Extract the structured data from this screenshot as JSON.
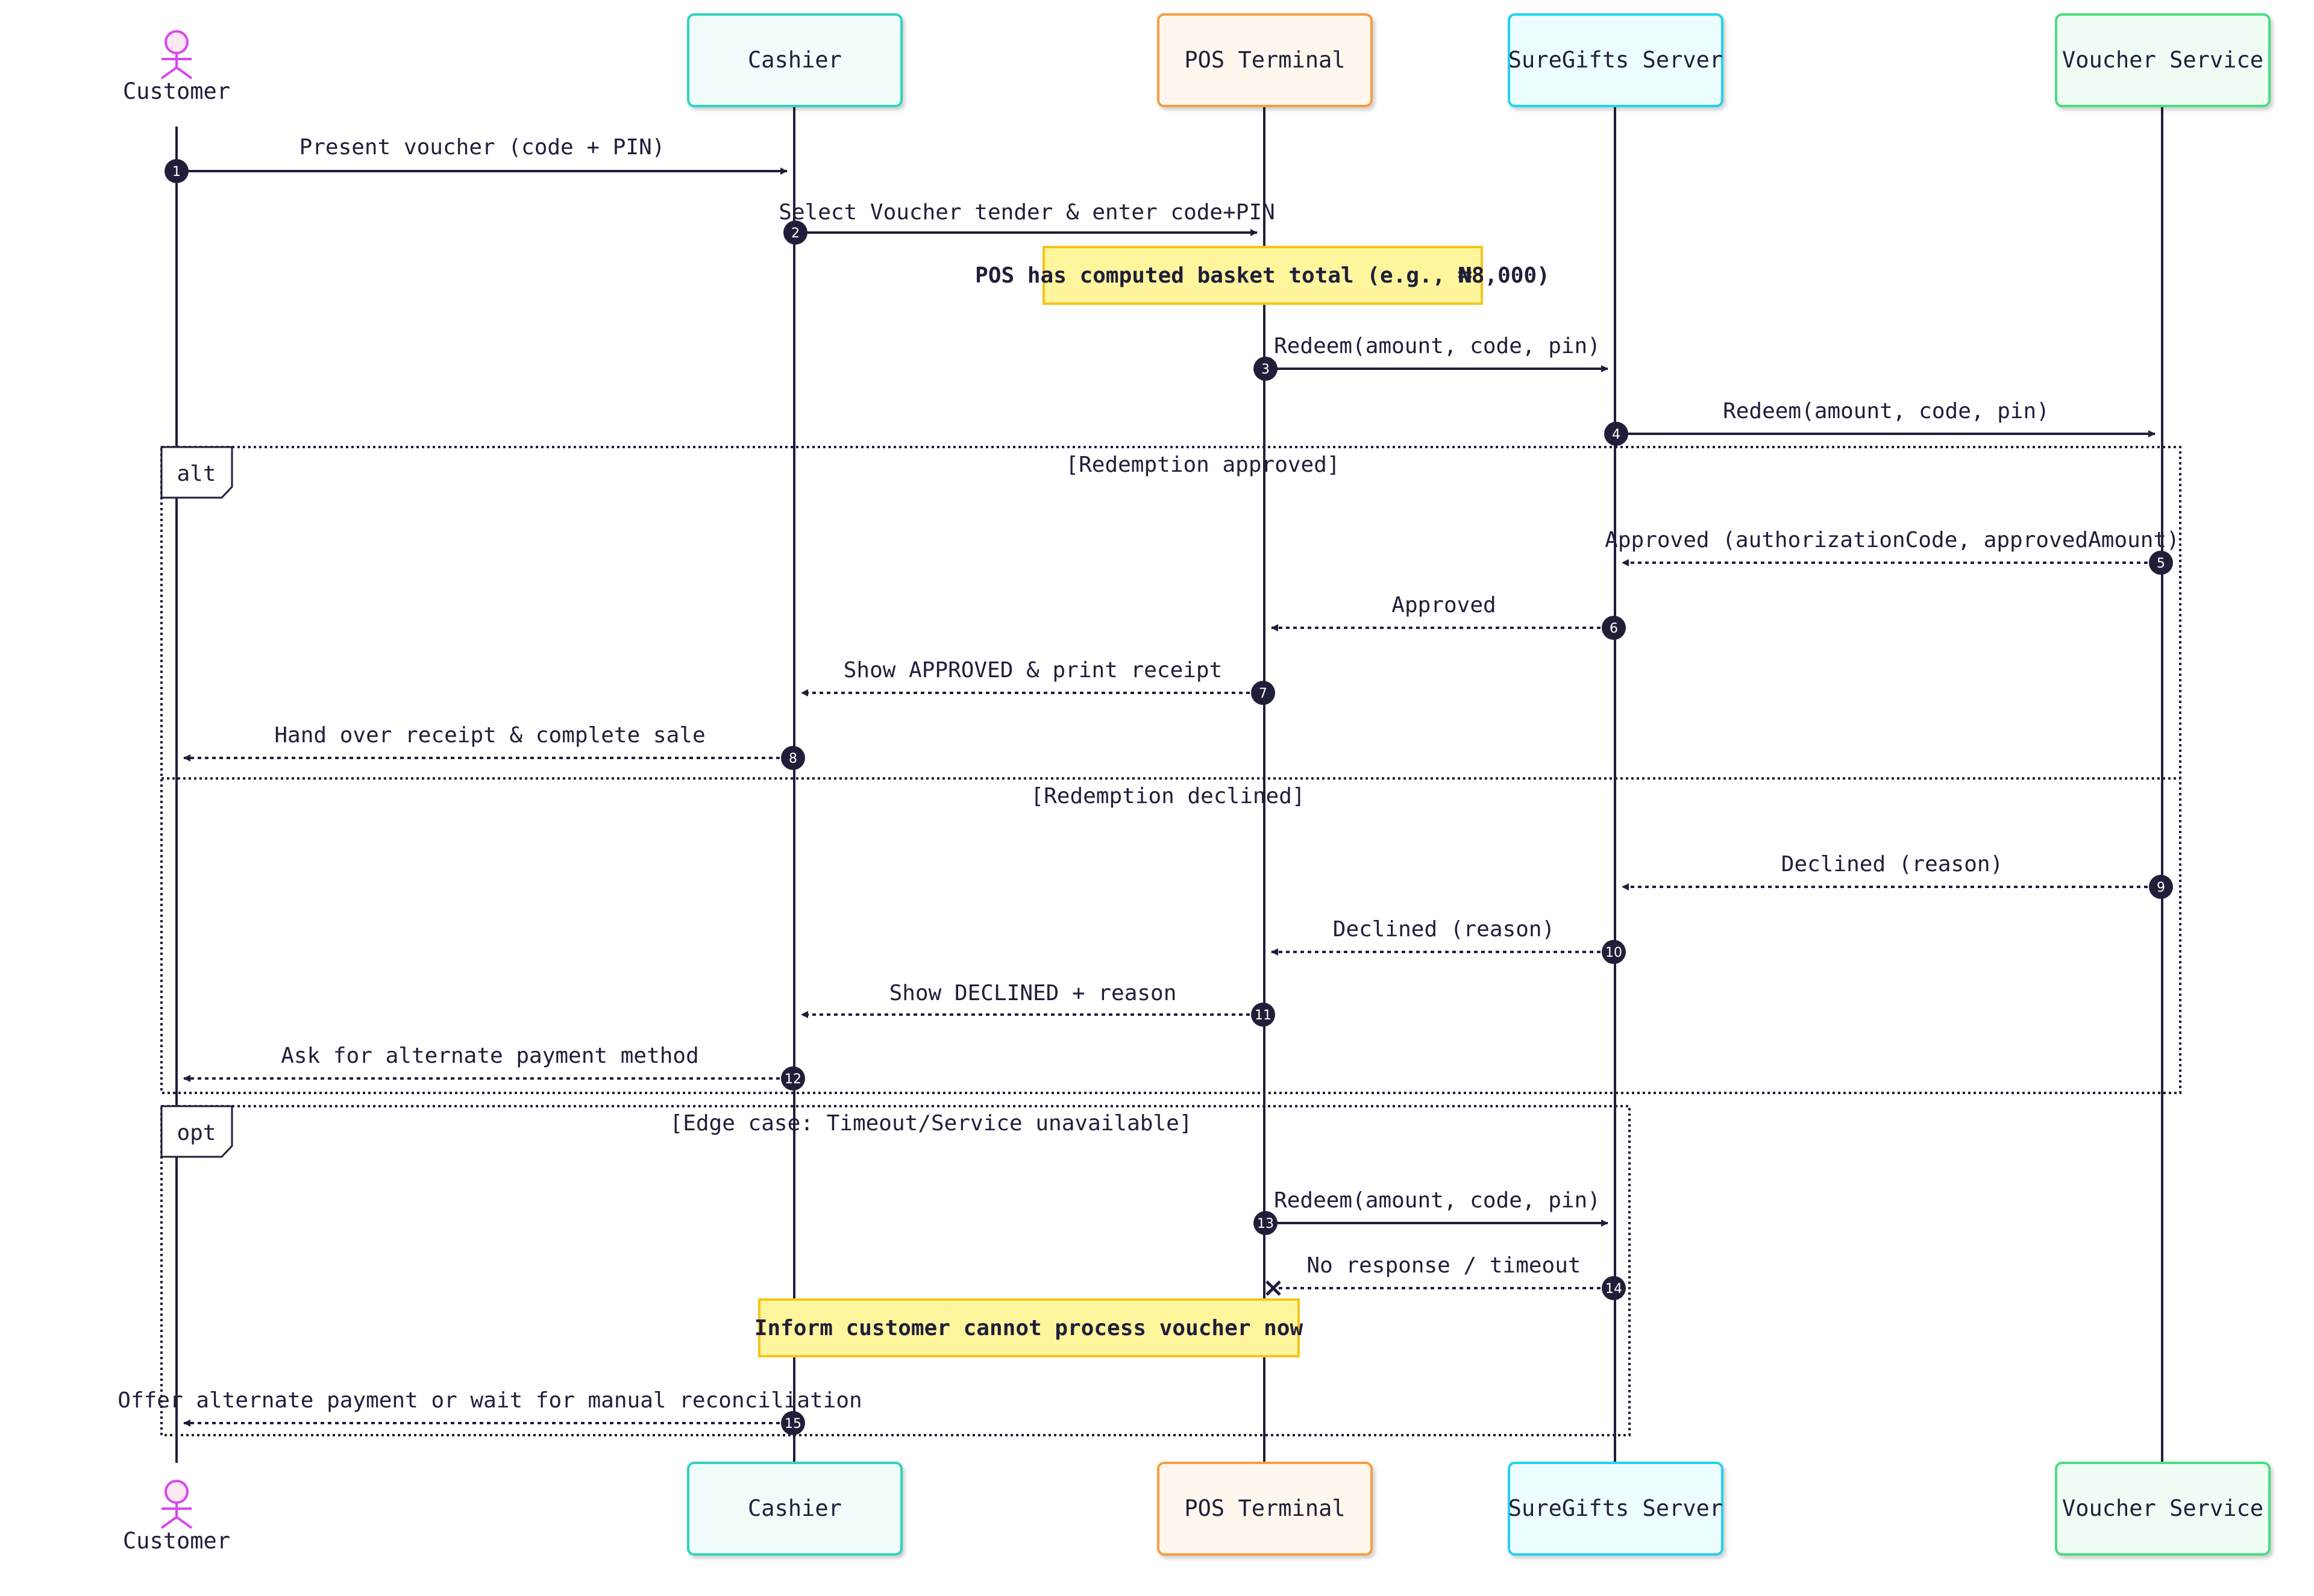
{
  "participants": [
    {
      "id": "customer",
      "label": "Customer",
      "type": "actor",
      "color": "#d946ef"
    },
    {
      "id": "cashier",
      "label": "Cashier",
      "type": "box",
      "border": "#2dd4bf",
      "fill": "#f0fdfa"
    },
    {
      "id": "pos",
      "label": "POS Terminal",
      "type": "box",
      "border": "#f59e42",
      "fill": "#fff7ed"
    },
    {
      "id": "server",
      "label": "SureGifts Server",
      "type": "box",
      "border": "#22d3ee",
      "fill": "#ecfeff"
    },
    {
      "id": "voucher",
      "label": "Voucher Service",
      "type": "box",
      "border": "#4ade80",
      "fill": "#f0fdf4"
    }
  ],
  "messages": [
    {
      "n": "1",
      "from": "customer",
      "to": "cashier",
      "label": "Present voucher (code + PIN)",
      "style": "solid"
    },
    {
      "n": "2",
      "from": "cashier",
      "to": "pos",
      "label": "Select Voucher tender & enter code+PIN",
      "style": "solid"
    },
    {
      "n": "3",
      "from": "pos",
      "to": "server",
      "label": "Redeem(amount, code, pin)",
      "style": "solid"
    },
    {
      "n": "4",
      "from": "server",
      "to": "voucher",
      "label": "Redeem(amount, code, pin)",
      "style": "solid"
    },
    {
      "n": "5",
      "from": "voucher",
      "to": "server",
      "label": "Approved (authorizationCode, approvedAmount)",
      "style": "dotted"
    },
    {
      "n": "6",
      "from": "server",
      "to": "pos",
      "label": "Approved",
      "style": "dotted"
    },
    {
      "n": "7",
      "from": "pos",
      "to": "cashier",
      "label": "Show APPROVED & print receipt",
      "style": "dotted"
    },
    {
      "n": "8",
      "from": "cashier",
      "to": "customer",
      "label": "Hand over receipt & complete sale",
      "style": "dotted"
    },
    {
      "n": "9",
      "from": "voucher",
      "to": "server",
      "label": "Declined (reason)",
      "style": "dotted"
    },
    {
      "n": "10",
      "from": "server",
      "to": "pos",
      "label": "Declined (reason)",
      "style": "dotted"
    },
    {
      "n": "11",
      "from": "pos",
      "to": "cashier",
      "label": "Show DECLINED + reason",
      "style": "dotted"
    },
    {
      "n": "12",
      "from": "cashier",
      "to": "customer",
      "label": "Ask for alternate payment method",
      "style": "dotted"
    },
    {
      "n": "13",
      "from": "pos",
      "to": "server",
      "label": "Redeem(amount, code, pin)",
      "style": "solid"
    },
    {
      "n": "14",
      "from": "server",
      "to": "pos",
      "label": "No response / timeout",
      "style": "dotted-cross"
    },
    {
      "n": "15",
      "from": "cashier",
      "to": "customer",
      "label": "Offer alternate payment or wait for manual reconciliation",
      "style": "dotted"
    }
  ],
  "notes": [
    {
      "text": "POS has computed basket total (e.g., ₦8,000)"
    },
    {
      "text": "Inform customer cannot process voucher now"
    }
  ],
  "frames": [
    {
      "kind": "alt",
      "sections": [
        "[Redemption approved]",
        "[Redemption declined]"
      ]
    },
    {
      "kind": "opt",
      "sections": [
        "[Edge case: Timeout/Service unavailable]"
      ]
    }
  ],
  "colors": {
    "line": "#1f1f3a",
    "note_fill": "#fff59d",
    "note_border": "#f5c518",
    "badge": "#1f1f3a"
  }
}
